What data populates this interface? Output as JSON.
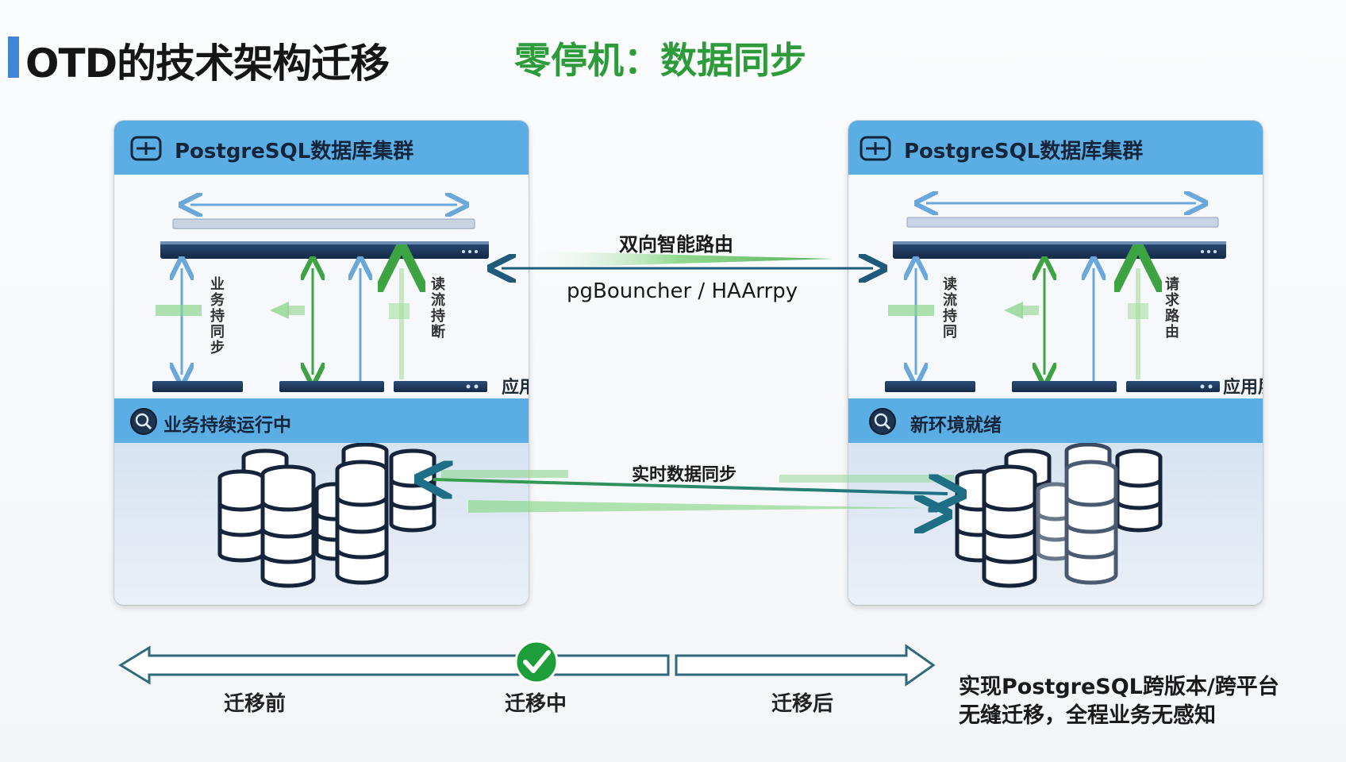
{
  "header": {
    "title_left": "OTD的技术架构迁移",
    "title_right": "零停机：数据同步"
  },
  "left_panel": {
    "title": "PostgreSQL数据库集群",
    "vertical_label_a": "业务持同步",
    "vertical_label_b": "读流持断",
    "app_layer_label": "应用层",
    "band_title": "业务持续运行中"
  },
  "right_panel": {
    "title": "PostgreSQL数据库集群",
    "vertical_label_a": "读流持同",
    "vertical_label_b": "请求路由",
    "app_layer_label": "应用层",
    "band_title": "新环境就绪"
  },
  "middle": {
    "routing_label": "双向智能路由",
    "proxy_label": "pgBouncher / HAArrpy",
    "sync_label": "实时数据同步"
  },
  "timeline": {
    "stage_before": "迁移前",
    "stage_during": "迁移中",
    "stage_after": "迁移后",
    "summary_line1": "实现PostgreSQL跨版本/跨平台",
    "summary_line2": "无缝迁移，全程业务无感知"
  },
  "colors": {
    "accent_blue": "#5aaee3",
    "title_green": "#2e9b3b",
    "arrow_blue": "#6aa7da",
    "arrow_green": "#3ea343",
    "server_navy": "#1d3a5f",
    "timeline_teal": "#2f6a7c"
  },
  "icons": {
    "panel_header": "database-cluster-icon",
    "band": "sync-search-icon",
    "milestone": "check-circle-icon"
  }
}
